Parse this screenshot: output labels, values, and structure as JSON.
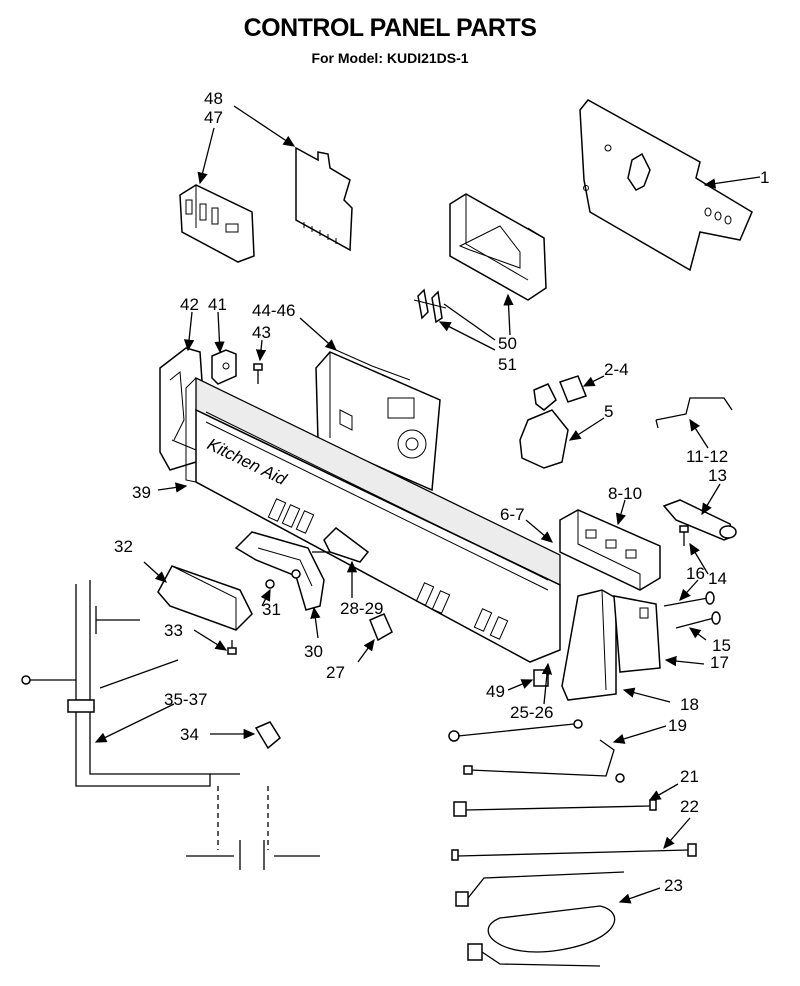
{
  "header": {
    "title": "CONTROL PANEL PARTS",
    "model_line": "For Model: KUDI21DS-1"
  },
  "brand_text": "Kitchen Aid",
  "callouts": {
    "c1": "1",
    "c2_4": "2-4",
    "c5": "5",
    "c6_7": "6-7",
    "c8_10": "8-10",
    "c11_12": "11-12",
    "c13": "13",
    "c14": "14",
    "c15": "15",
    "c16": "16",
    "c17": "17",
    "c18": "18",
    "c19": "19",
    "c21": "21",
    "c22": "22",
    "c23": "23",
    "c25_26": "25-26",
    "c27": "27",
    "c28_29": "28-29",
    "c30": "30",
    "c31": "31",
    "c32": "32",
    "c33": "33",
    "c34": "34",
    "c35_37": "35-37",
    "c39": "39",
    "c41": "41",
    "c42": "42",
    "c43": "43",
    "c44_46": "44-46",
    "c47": "47",
    "c48": "48",
    "c49": "49",
    "c50": "50",
    "c51": "51"
  }
}
